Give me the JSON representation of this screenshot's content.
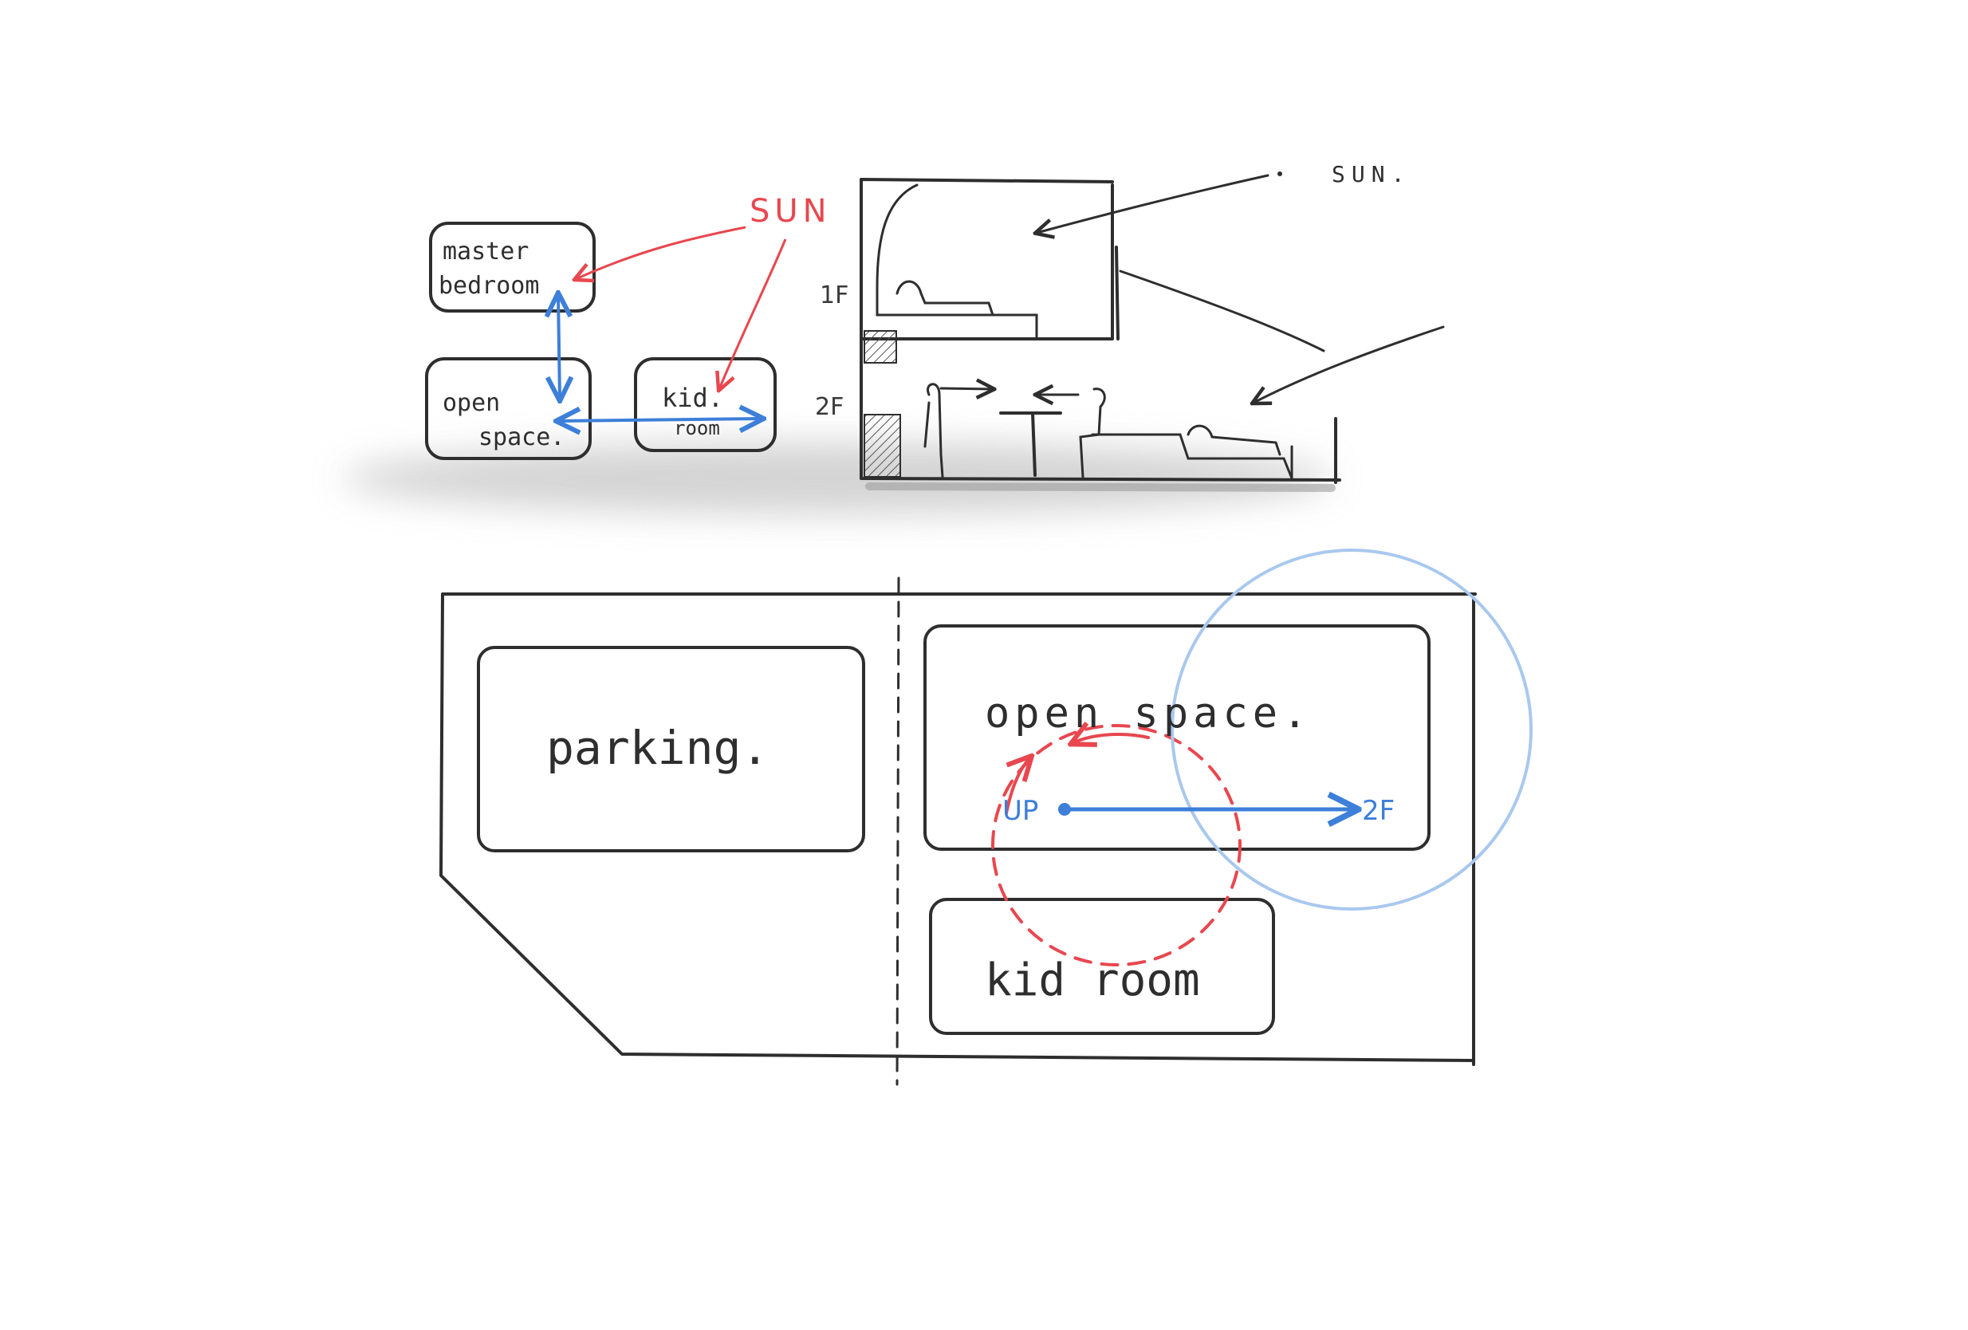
{
  "colors": {
    "pencil": "#2e2e2e",
    "red": "#e8474f",
    "blue": "#3d7fd9",
    "light_blue": "#a9c8ee",
    "shadow": "#cfcfcf"
  },
  "bubble_diagram": {
    "sun_label": "SUN",
    "master_line1": "master",
    "master_line2": "bedroom",
    "open_line1": "open",
    "open_line2": "space.",
    "kid_line1": "kid.",
    "kid_line2": "room"
  },
  "section": {
    "sun_label": "SUN.",
    "floor_upper": "1F",
    "floor_lower": "2F"
  },
  "plan": {
    "parking_label": "parking.",
    "open_space_label": "open space.",
    "kid_room_label": "kid room",
    "stair_up_label": "UP",
    "stair_to_label": "2F"
  }
}
